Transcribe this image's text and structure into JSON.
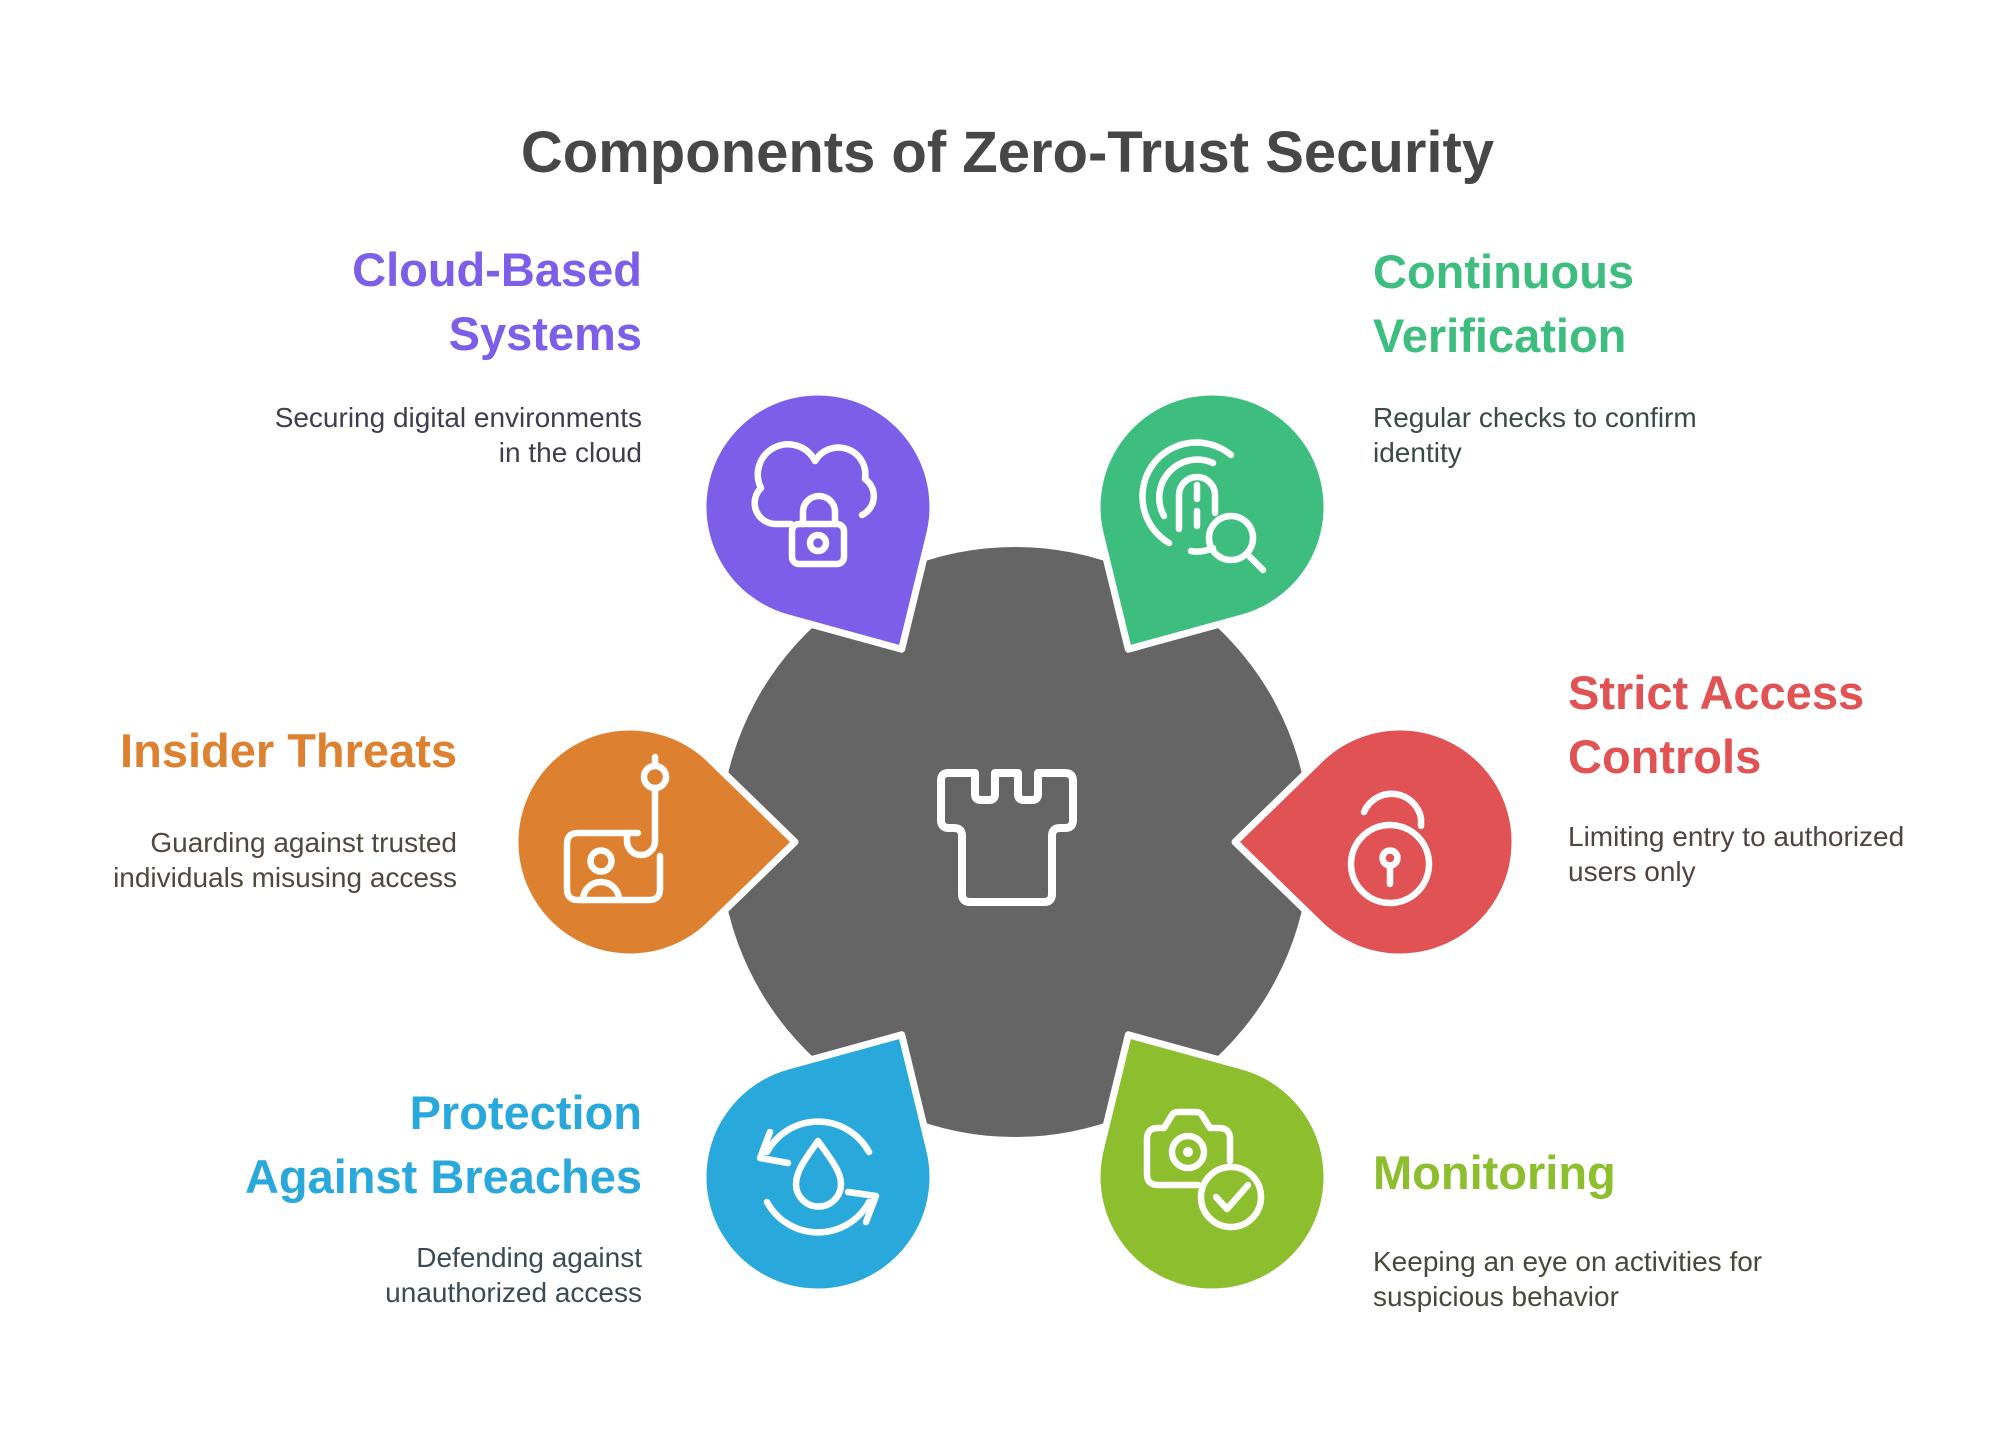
{
  "title": {
    "text": "Components of Zero-Trust Security",
    "color": "#474747"
  },
  "center": {
    "icon": "castle-tower-icon",
    "bg_color": "#656565",
    "icon_color": "#ffffff"
  },
  "sections": [
    {
      "id": "cloud-based-systems",
      "heading": "Cloud-Based\nSystems",
      "description": "Securing digital environments\nin the cloud",
      "color": "#7C5EE8",
      "desc_color": "#403D4E",
      "icon": "cloud-lock-icon"
    },
    {
      "id": "continuous-verification",
      "heading": "Continuous\nVerification",
      "description": "Regular checks to confirm\nidentity",
      "color": "#3DBE7E",
      "desc_color": "#3C4A44",
      "icon": "fingerprint-search-icon"
    },
    {
      "id": "insider-threats",
      "heading": "Insider Threats",
      "description": "Guarding against trusted\nindividuals misusing access",
      "color": "#DD802F",
      "desc_color": "#504840",
      "icon": "id-card-phishing-hook-icon"
    },
    {
      "id": "strict-access-controls",
      "heading": "Strict Access\nControls",
      "description": "Limiting entry to authorized\nusers only",
      "color": "#E05253",
      "desc_color": "#514341",
      "icon": "unlocked-padlock-icon"
    },
    {
      "id": "protection-against-breaches",
      "heading": "Protection\nAgainst Breaches",
      "description": "Defending against\nunauthorized access",
      "color": "#29A8DC",
      "desc_color": "#3B4A53",
      "icon": "water-drop-sync-icon"
    },
    {
      "id": "monitoring",
      "heading": "Monitoring",
      "description": "Keeping an eye on activities for\nsuspicious behavior",
      "color": "#8CBE2D",
      "desc_color": "#45493C",
      "icon": "camera-check-icon"
    }
  ]
}
